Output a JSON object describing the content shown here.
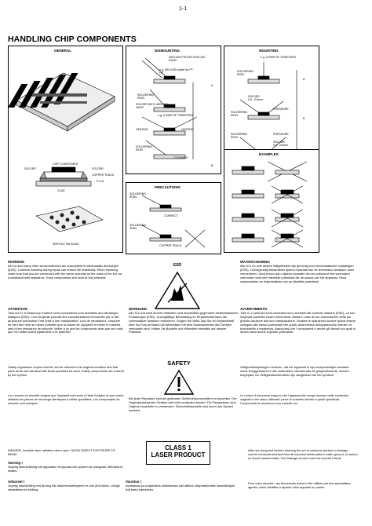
{
  "page_number": "1-1",
  "title": "HANDLING CHIP COMPONENTS",
  "panels": {
    "general": {
      "heading": "GENERAL",
      "labels": [
        "SOLDER",
        "CHIP COMPONENT",
        "SOLDER",
        "COPPER TRACK",
        "P.C.B.",
        "GLUE",
        "SERVICE PACKAGE"
      ]
    },
    "dismounting": {
      "heading": "DISMOUNTING",
      "labels": [
        "VACUUM PISTON HOW 200 02030",
        "e.g. WELLER solder tip PT-H7",
        "SOLDERING IRON",
        "SOLDER WICK 4822 321 40042",
        "e.g. A PAIR OF TWEEZERS",
        "HEATING",
        "HEATING",
        "SOLDERING IRON",
        "CLEANING",
        "A",
        "B"
      ]
    },
    "mounting": {
      "heading": "MOUNTING",
      "labels": [
        "e.g. A PAIR OF TWEEZERS",
        "SOLDERING IRON",
        "SOLDER",
        "0.5 - 0.8mm",
        "SOLDERING IRON",
        "PRESSURE",
        "SOLDERING IRON",
        "PRESSURE",
        "SOLDER",
        "0.5 - 0.8mm",
        "A",
        "B",
        "C"
      ]
    },
    "examples": {
      "heading": "EXAMPLES"
    },
    "precautions": {
      "heading": "PRECAUTIONS",
      "labels": [
        "SOLDERING IRON",
        "CORRECT",
        "SOLDERING IRON",
        "COPPER TRACK"
      ]
    }
  },
  "esd": {
    "label": "ESD"
  },
  "safety": {
    "label": "SAFETY"
  },
  "laser": {
    "line1": "CLASS 1",
    "line2": "LASER PRODUCT"
  },
  "texts": {
    "warning_gb": {
      "heading": "WARNING",
      "body": "All ICs and many other semiconductors are susceptible to electrostatic discharges (ESD). Careless handling during repair can reduce life drastically. When repairing, make sure that you are connected with the same potential as the mass of the set via a wristband with resistance. Keep components and tools at this potential."
    },
    "attention_f": {
      "heading": "ATTENTION",
      "body": "Tous les IC et beaucoup d'autres semi-conducteurs sont sensibles aux décharges statiques (ESD). Leur longévité pourrait être considérablement écourtée par le fait qu'aucune précaution n'est prise à leur manipulation. Lors de réparations, s'assurer de bien être relié au même potentiel que la masse de l'appareil et enfiler le bracelet serti d'une résistance de sécurité. Veiller à ce que les composants ainsi que les outils que l'on utilise soient également à ce potentiel."
    },
    "warnung_d": {
      "heading": "WARNUNG",
      "body": "Alle ICs und viele andere Halbleiter sind empfindlich gegenüber elektrostatischen Entladungen (ESD). Unsorgfältige Behandlung im Reparaturfall kann die Lebensdauer drastisch reduzieren. Sorgen Sie dafür, daß Sie im Reparaturfall über ein Puls-armband mit Widerstand mit dem Massepotential des Gerätes verbunden sind. Halten Sie Bauteile und Hilfsmittel ebenfalls auf diesem Potential."
    },
    "waarschuwing_nl": {
      "heading": "WAARSCHUWING",
      "body": "Alle IC's en vele andere halfgeleiders zijn gevoelig voor electrostatische ontladingen (ESD). Onzorgvuldig behandelen tijdens reparatie kan de levensduur drastisch doen verminderen. Zorg ervoor dat u tijdens reparatie via een polsband met weerstand verbonden bent met hetzelfde potentiaal als de massa van het apparaat. Houd componenten en hulpmiddelen ook op ditzelfde potentiaal."
    },
    "avvertimento_i": {
      "heading": "AVVERTIMENTO",
      "body": "Tutti IC e parecchi semi-conduttori sono sensibili alle scariche statiche (ESD). La loro longevità potrebbe essere fortemente ridotta in caso di non osservazione della più grande cauzione alla loro manipolazione. Durante le riparazioni occorre quindi essere collegato allo stesso potenziale che quello della massa dell'apparecchio tramite un braccialetto a resistenza. Assicurarsi che i componenti e anche gli utensili con quali si lavora siano anche a questo potenziale."
    },
    "safety_gb": {
      "body": "Safety regulations require that the set be restored to its original condition and that parts which are identical with those specified be used. Safety components are marked by the symbol"
    },
    "safety_f": {
      "body": "Les normes de sécurité exigent que l'appareil soit remis à l'état d'origine et que soient utilisées les pièces de rechange identiques à celles spécifiées. Les composants de sécurité sont marqués"
    },
    "safety_d": {
      "body": "Bei jeder Reparatur sind die geltenden Sicherheitsvorschriften zu beachten. Der Originalzustand des Gerätes darf nicht verändert werden. Für Reparaturen sind Original-ersatzteile zu verwenden. Sicherheitsbauteile sind durch das Symbol markiert."
    },
    "safety_nl": {
      "body": "Veiligheidsbepalingen vereisen, dat het apparaat in zijn oorspronkelijke toestand wordt teruggebracht en dat onderdelen, identiek aan de gespecificeerde, worden toegepast. De Veiligheidsonderdelen zijn aangeduid met het symbool"
    },
    "safety_i": {
      "body": "Le norme di sicurezza esigono che l'apparecchio venga rimesso nelle condizioni originali e che siano utilizzati i pezzi di ricambio identici a quelli specificati. Componenti di sicurezza sono marcati con"
    },
    "danger_gb": {
      "body": "DANGER: Invisible laser radiation when open. AVOID DIRECT EXPOSURE TO BEAM."
    },
    "varning_s": {
      "heading": "Varning !",
      "body": "Osynlig laserstrålning när apparaten är öppnad och spärren är urkopplad. Betrakta ej strålen."
    },
    "advarsel_dk": {
      "heading": "Advarsel !",
      "body": "Usynlig laserstråling ved åbning når sikkerhedsafbrydere er ude af funktion. Undgå udsættelse for stråling."
    },
    "varoitus_sf": {
      "heading": "Varoitus !",
      "body": "Avattaessa ja suojalukitus ohitettaessa olet alttiina näkymättömälle lasersäteilylle. Älä katso säteeseen."
    },
    "after_servicing_gb": {
      "body": "After servicing and before returning the set to customer perform a leakage current measurement test from all exposed metal parts to earth ground, to assure no shock hazard exists. The leakage current must not exceed 0.5mA."
    },
    "pour_votre_securite_f": {
      "body": "Pour votre sécurité, ces documents doivent être utilisés par des spécialistes agréés, seuls habilités à réparer votre appareil en panne."
    }
  }
}
